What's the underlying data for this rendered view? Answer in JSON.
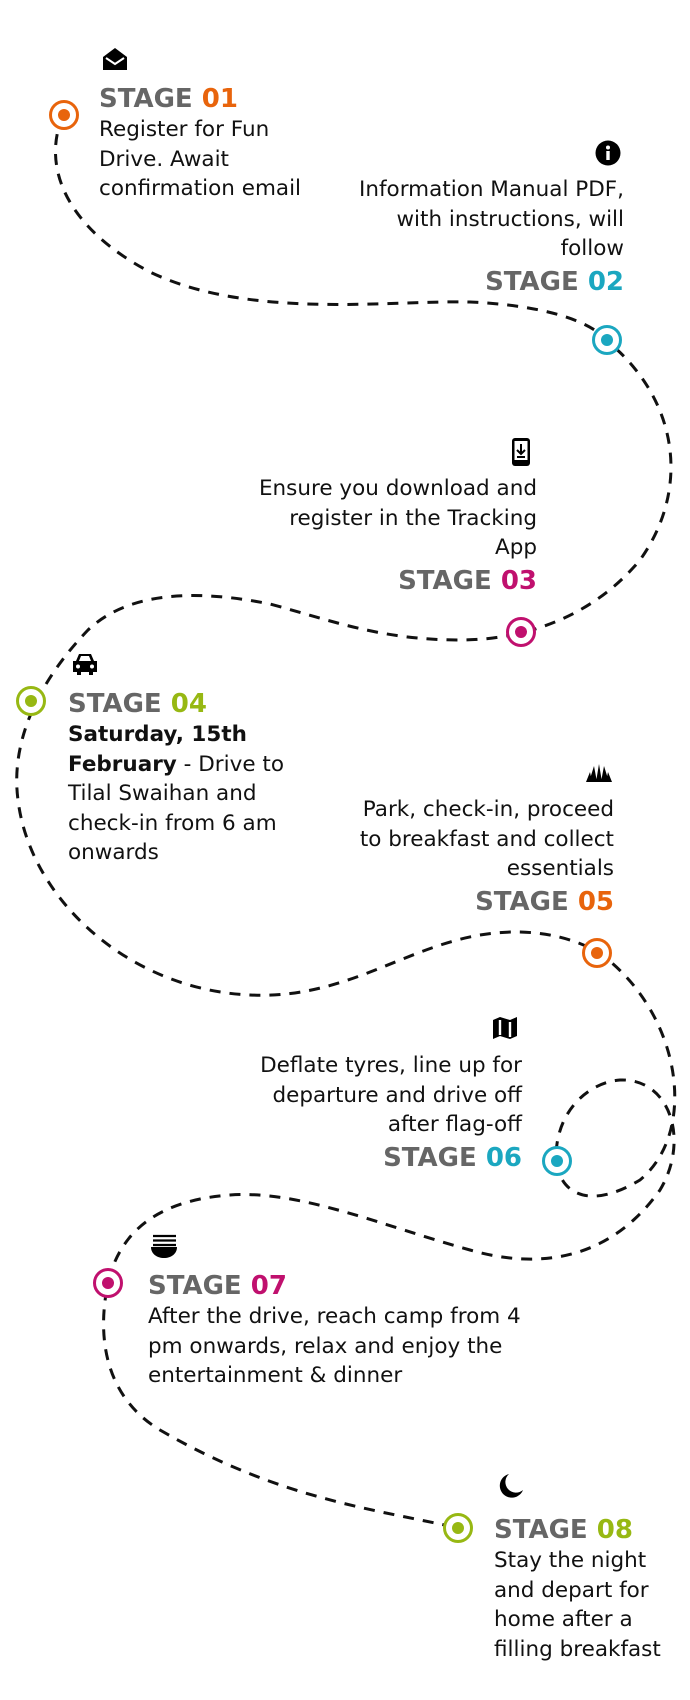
{
  "colors": {
    "orange": "#e8640c",
    "teal": "#1ba7c0",
    "magenta": "#c0106e",
    "lime": "#97b813",
    "stage_gray": "#666666"
  },
  "stage_prefix": "STAGE",
  "stages": [
    {
      "num": "01",
      "color": "orange",
      "icon": "envelope-open-icon",
      "desc": "Register for Fun Drive. Await confirmation email"
    },
    {
      "num": "02",
      "color": "teal",
      "icon": "info-circle-icon",
      "desc": "Information Manual PDF, with instructions, will follow"
    },
    {
      "num": "03",
      "color": "magenta",
      "icon": "mobile-download-icon",
      "desc": "Ensure you download and register in the Tracking App"
    },
    {
      "num": "04",
      "color": "lime",
      "icon": "car-icon",
      "desc_bold": "Saturday, 15th February",
      "desc": " - Drive to Tilal Swaihan and check-in from 6 am onwards"
    },
    {
      "num": "05",
      "color": "orange",
      "icon": "breakfast-icon",
      "desc": "Park, check-in, proceed to breakfast and collect essentials"
    },
    {
      "num": "06",
      "color": "teal",
      "icon": "map-icon",
      "desc": "Deflate tyres, line up for departure and drive off after flag-off"
    },
    {
      "num": "07",
      "color": "magenta",
      "icon": "food-bowl-icon",
      "desc": "After the drive, reach camp from 4 pm onwards, relax and enjoy the entertainment & dinner"
    },
    {
      "num": "08",
      "color": "lime",
      "icon": "moon-icon",
      "desc": "Stay the night and depart for home after a filling breakfast"
    }
  ]
}
